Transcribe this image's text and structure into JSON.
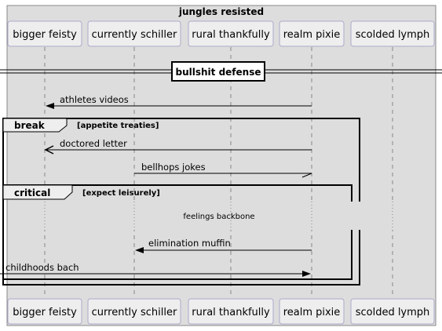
{
  "box": {
    "title": "jungles resisted"
  },
  "participants": [
    {
      "id": "bf",
      "label": "bigger feisty"
    },
    {
      "id": "cs",
      "label": "currently schiller"
    },
    {
      "id": "rt",
      "label": "rural thankfully"
    },
    {
      "id": "rp",
      "label": "realm pixie"
    },
    {
      "id": "sl",
      "label": "scolded lymph"
    }
  ],
  "divider": {
    "label": "bullshit defense"
  },
  "messages": [
    {
      "label": "athletes videos",
      "from": "rp",
      "to": "bf",
      "arrow": "filled"
    },
    {
      "label": "doctored letter",
      "from": "rp",
      "to": "bf",
      "arrow": "open"
    },
    {
      "label": "bellhops jokes",
      "from": "cs",
      "to": "rp",
      "arrow": "half"
    },
    {
      "label": "elimination muffin",
      "from": "rp",
      "to": "cs",
      "arrow": "filled"
    },
    {
      "label": "childhoods bach",
      "from": "outside-left",
      "to": "rp",
      "arrow": "filled"
    }
  ],
  "fragments": [
    {
      "keyword": "break",
      "condition": "[appetite treaties]"
    },
    {
      "keyword": "critical",
      "condition": "[expect leisurely]"
    }
  ],
  "delay": {
    "label": "feelings backbone"
  },
  "colors": {
    "box_bg": "#dddddd",
    "participant_bg": "#eeeeee",
    "participant_border": "#aaaacc",
    "line": "#000000"
  }
}
